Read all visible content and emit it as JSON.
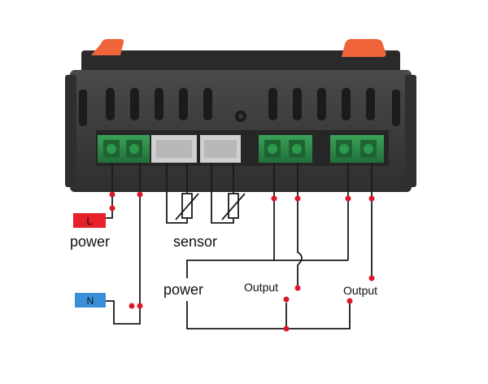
{
  "labels": {
    "live_tag": "L",
    "neutral_tag": "N",
    "power_top": "power",
    "sensor": "sensor",
    "power_mid": "power",
    "output_1": "Output",
    "output_2": "Output"
  },
  "colors": {
    "live_tag": "#e8202a",
    "neutral_tag": "#3a8fd8",
    "wire": "#1a1a1a",
    "junction": "#d8192a",
    "terminal_green": "#2f8d4a",
    "housing": "#3c3c3c",
    "clip": "#f0643a"
  },
  "icons": [
    "thermistor-icon",
    "terminal-block-icon",
    "mounting-clip-icon"
  ]
}
